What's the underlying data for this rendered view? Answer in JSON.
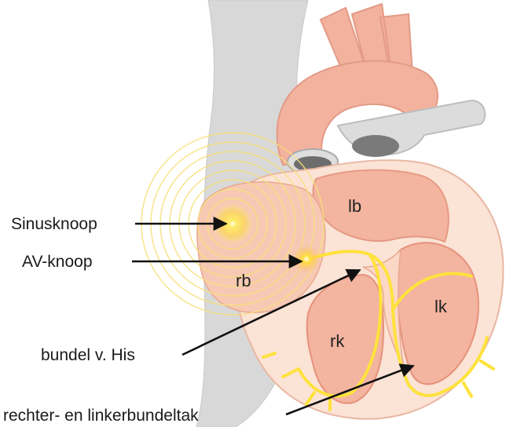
{
  "labels": {
    "sinusknoop": "Sinusknoop",
    "av_knoop": "AV-knoop",
    "bundel_his": "bundel v. His",
    "bundeltak": "rechter- en linkerbundeltak"
  },
  "chambers": {
    "lb": "lb",
    "rb": "rb",
    "lk": "lk",
    "rk": "rk"
  },
  "colors": {
    "tissue": "#f3b9a0",
    "tissue_dark": "#e98f79",
    "muscle_fill": "#f7d2c2",
    "outer_wall": "#fbe3d6",
    "conduction": "#ffe23c",
    "vessel_grey": "#d9d9d9",
    "arrow": "#111111"
  }
}
